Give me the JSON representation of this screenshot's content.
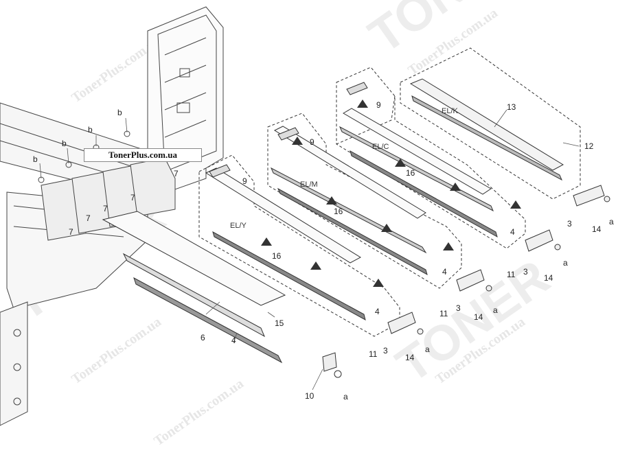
{
  "watermark": {
    "brand": "TONER",
    "site": "TonerPlus.com.ua"
  },
  "site_label": "TonerPlus.com.ua",
  "labels": {
    "b1": "b",
    "b2": "b",
    "b3": "b",
    "b4": "b",
    "seven1": "7",
    "seven2": "7",
    "seven3": "7",
    "seven4": "7",
    "seven5": "7",
    "nine1": "9",
    "nine2": "9",
    "nine3": "9",
    "el_k": "EL/K",
    "el_c": "EL/C",
    "el_m": "EL/M",
    "el_y": "EL/Y",
    "n13": "13",
    "n12": "12",
    "n16a": "16",
    "n16b": "16",
    "n16c": "16",
    "n4a": "4",
    "n4b": "4",
    "n4c": "4",
    "n4d": "4",
    "n11a": "11",
    "n11b": "11",
    "n11c": "11",
    "n3a": "3",
    "n3b": "3",
    "n3c": "3",
    "n3d": "3",
    "n14a": "14",
    "n14b": "14",
    "n14c": "14",
    "n14d": "14",
    "aa": "a",
    "ab": "a",
    "ac": "a",
    "ad": "a",
    "ae": "a",
    "n15": "15",
    "n6": "6",
    "n10": "10"
  }
}
